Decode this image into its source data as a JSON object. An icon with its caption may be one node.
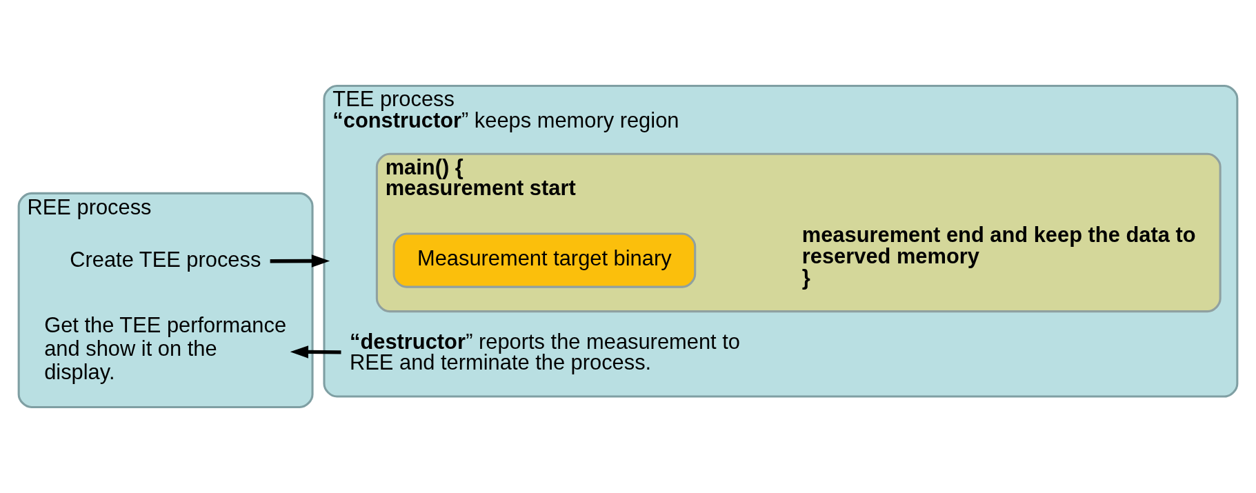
{
  "diagram": {
    "nodes": [
      {
        "text": [
          "REE process"
        ]
      },
      {
        "text": [
          "Create TEE process"
        ],
        "in": 0
      },
      {
        "text": [
          "Get the TEE performance and show it on the display."
        ],
        "in": 0
      },
      {
        "text": [
          "TEE process",
          "**“constructor**” keeps memory region"
        ]
      },
      {
        "text": [
          "**main() {**",
          "**measurement start**",
          "**measurement end and keep the data to reserved memory**",
          "**}**"
        ],
        "in": 3
      },
      {
        "text": [
          "Measurement target binary"
        ],
        "in": 4
      },
      {
        "text": [
          "**“destructor**” reports the measurement to REE and terminate the process."
        ],
        "in": 3
      }
    ],
    "edges": [
      {
        "from": 1,
        "to": 3,
        "arrow": "to"
      },
      {
        "from": 6,
        "to": 2,
        "arrow": "to"
      }
    ]
  }
}
